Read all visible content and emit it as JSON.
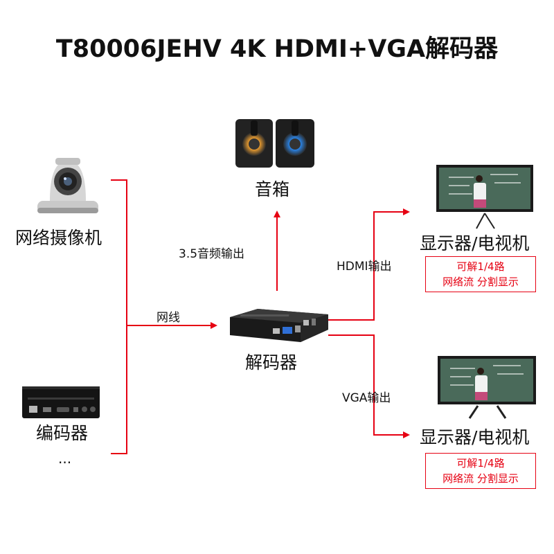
{
  "title": "T80006JEHV  4K HDMI+VGA解码器",
  "colors": {
    "line": "#e60012",
    "text": "#111111"
  },
  "sources": {
    "camera_label": "网络摄像机",
    "encoder_label": "编码器",
    "more": "..."
  },
  "center": {
    "link_label": "网线",
    "decoder_label": "解码器"
  },
  "speaker": {
    "label": "音箱",
    "link_label": "3.5音频输出"
  },
  "outputs": [
    {
      "link_label": "HDMI输出",
      "display_label": "显示器/电视机",
      "note_line1": "可解1/4路",
      "note_line2": "网络流  分割显示"
    },
    {
      "link_label": "VGA输出",
      "display_label": "显示器/电视机",
      "note_line1": "可解1/4路",
      "note_line2": "网络流  分割显示"
    }
  ]
}
